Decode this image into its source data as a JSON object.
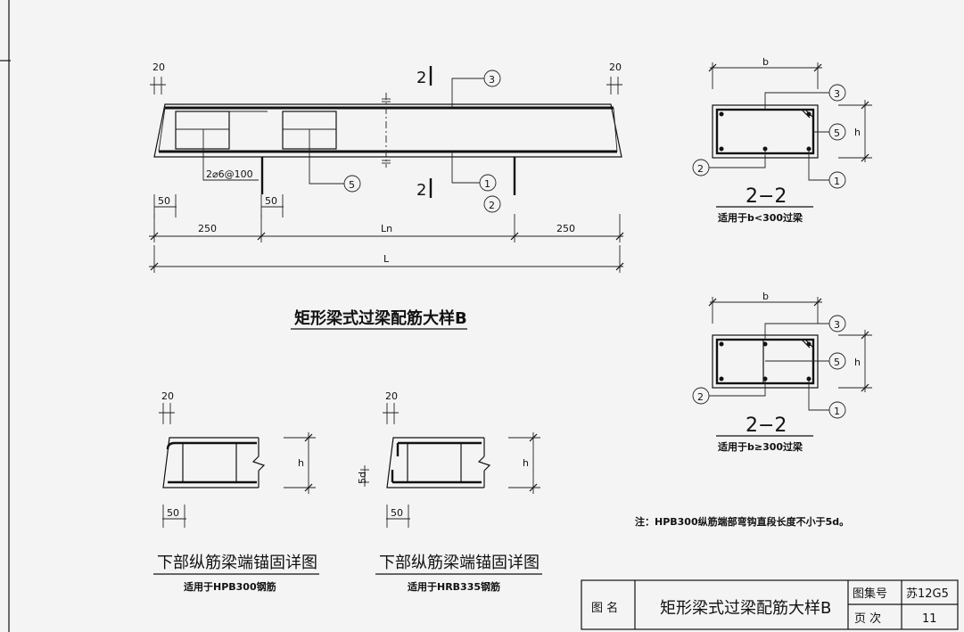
{
  "main_view": {
    "dim_top_left": "20",
    "dim_top_right": "20",
    "section_mark_top": "2",
    "section_mark_bottom": "2",
    "callout_3": "3",
    "callout_5": "5",
    "callout_1": "1",
    "callout_2": "2",
    "stirrup_label": "2⌀6@100",
    "dim_50_left": "50",
    "dim_50_mid": "50",
    "dim_250_left": "250",
    "dim_ln": "Ln",
    "dim_250_right": "250",
    "dim_l": "L",
    "title": "矩形梁式过梁配筋大样B"
  },
  "section_small": {
    "dim_b": "b",
    "dim_h": "h",
    "callout_3": "3",
    "callout_5": "5",
    "callout_2": "2",
    "callout_1": "1",
    "title": "2−2",
    "subtitle": "适用于b<300过梁"
  },
  "section_large": {
    "dim_b": "b",
    "dim_h": "h",
    "callout_3": "3",
    "callout_5": "5",
    "callout_2": "2",
    "callout_1": "1",
    "title": "2−2",
    "subtitle": "适用于b≥300过梁"
  },
  "anchor_hpb": {
    "dim_20": "20",
    "dim_h": "h",
    "dim_50": "50",
    "title": "下部纵筋梁端锚固详图",
    "subtitle": "适用于HPB300钢筋"
  },
  "anchor_hrb": {
    "dim_20": "20",
    "dim_h": "h",
    "dim_5d": "5d",
    "dim_50": "50",
    "title": "下部纵筋梁端锚固详图",
    "subtitle": "适用于HRB335钢筋"
  },
  "note": "注：HPB300纵筋端部弯钩直段长度不小于5d。",
  "title_block": {
    "name_label": "图  名",
    "name_value": "矩形梁式过梁配筋大样B",
    "atlas_label": "图集号",
    "atlas_value": "苏12G5",
    "page_label": "页  次",
    "page_value": "11"
  }
}
